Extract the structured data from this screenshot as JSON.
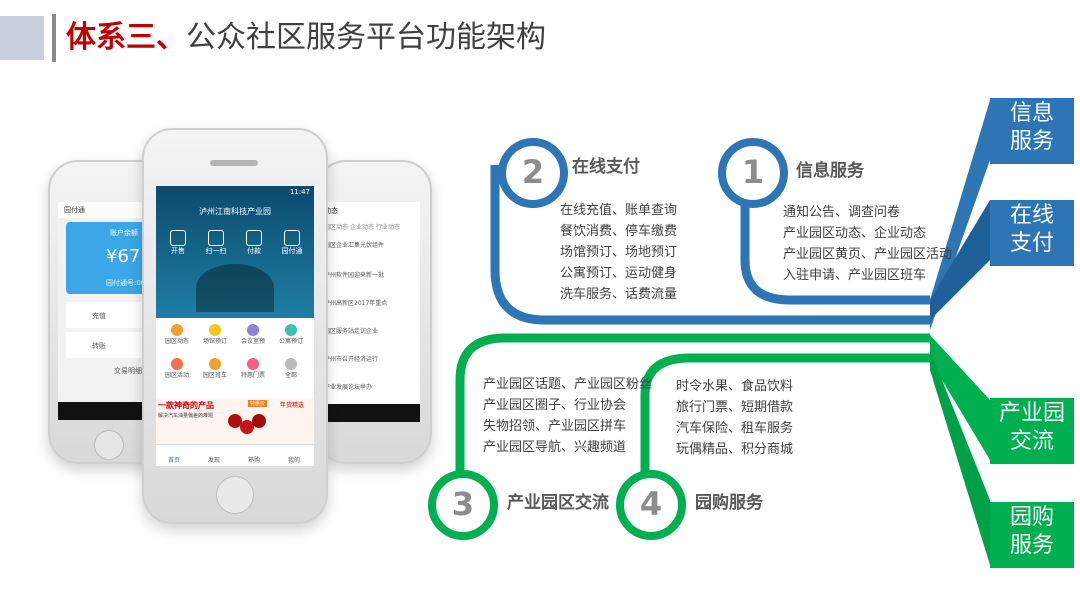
{
  "title": {
    "prefix": "体系三、",
    "main": "公众社区服务平台功能架构"
  },
  "left_phone": {
    "header": "园付通",
    "balance_label": "账户余额",
    "balance": "¥67.5(",
    "account_label": "园付通号:0063",
    "row1": "充值",
    "row2": "转账",
    "record": "交易明细"
  },
  "center_phone": {
    "status_time": "11:47",
    "park_name": "泸州江南科技产业园",
    "quick": [
      "开售",
      "扫一扫",
      "付款",
      "园付通"
    ],
    "menu": [
      "园区动态",
      "场馆预订",
      "会议室预",
      "公寓预订",
      "园区活动",
      "园区班车",
      "特惠门票",
      "全部"
    ],
    "promo_title": "一款神奇的产品",
    "promo_sub": "解决汽车油量偏差的难题",
    "promo_tag": "特惠价",
    "promo_right": "年货精选",
    "nav": [
      "首页",
      "发现",
      "熟购",
      "我的"
    ]
  },
  "right_phone": {
    "header": "动态",
    "tabs": [
      "园区动态",
      "企业动态",
      "行业动态"
    ],
    "items": [
      "园区企业汇集光伏组件",
      "泸州软件园迎来新一批",
      "泸州高新区2017年重点",
      "园区服务站走访企业",
      "泸州市召开经济运行",
      "产业发展论坛举办"
    ]
  },
  "nodes": [
    {
      "number": "2",
      "label": "在线支付",
      "items": [
        "在线充值、账单查询",
        "餐饮消费、停车缴费",
        "场馆预订、场地预订",
        "公寓预订、运动健身",
        "洗车服务、话费流量"
      ]
    },
    {
      "number": "1",
      "label": "信息服务",
      "items": [
        "通知公告、调查问卷",
        "产业园区动态、企业动态",
        "产业园区黄页、产业园区活动",
        "入驻申请、产业园区班车"
      ]
    },
    {
      "number": "3",
      "label": "产业园区交流",
      "items": [
        "产业园区话题、产业园区粉丝",
        "产业园区圈子、行业协会",
        "失物招领、产业园区拼车",
        "产业园区导航、兴趣频道"
      ]
    },
    {
      "number": "4",
      "label": "园购服务",
      "items": [
        "时令水果、食品饮料",
        "旅行门票、短期借款",
        "汽车保险、租车服务",
        "玩偶精品、积分商城"
      ]
    }
  ],
  "tabs": [
    {
      "line1": "信息",
      "line2": "服务"
    },
    {
      "line1": "在线",
      "line2": "支付"
    },
    {
      "line1": "产业园",
      "line2": "交流"
    },
    {
      "line1": "园购",
      "line2": "服务"
    }
  ],
  "colors": {
    "blue": "#2e75b6",
    "green": "#00b050",
    "title_red": "#c00000"
  }
}
